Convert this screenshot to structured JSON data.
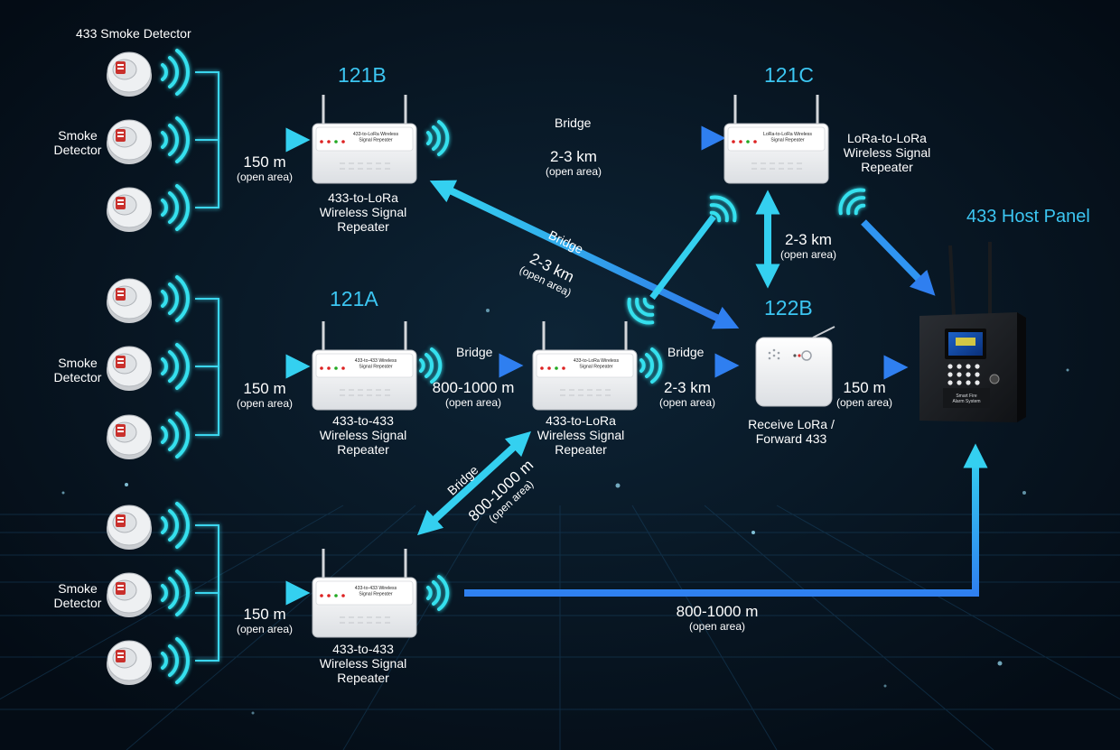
{
  "labels": {
    "detector_top": "433 Smoke Detector",
    "detector_group_label": "Smoke Detector",
    "code_121b": "121B",
    "code_121c": "121C",
    "code_121a": "121A",
    "code_122b": "122B",
    "host_panel": "433 Host Panel",
    "bridge": "Bridge",
    "open_area": "(open area)",
    "dist_150m": "150 m",
    "dist_2_3km": "2-3 km",
    "dist_800_1000m": "800-1000 m",
    "cap_433_lora_line1": "433-to-LoRa",
    "cap_433_lora_line2": "Wireless Signal",
    "cap_433_lora_line3": "Repeater",
    "cap_433_433_line1": "433-to-433",
    "cap_lora_lora_line1": "LoRa-to-LoRa",
    "cap_122b_line1": "Receive LoRa /",
    "cap_122b_line2": "Forward 433"
  },
  "devices": {
    "lora_wireless_repeater_label": "433-to-LoRa Wireless Signal Repeater",
    "lora_lora_repeater_label": "LoRa-to-LoRa Wireless Signal Repeater",
    "433_433_repeater_label": "433-to-433 Wireless Signal Repeater",
    "panel_label": "Smart Fire Alarm System"
  },
  "colors": {
    "background": "#06121e",
    "accent_cyan": "#3cc6f2",
    "arrow_blue": "#2f7ff0",
    "wave_cyan": "#34e0ee"
  }
}
